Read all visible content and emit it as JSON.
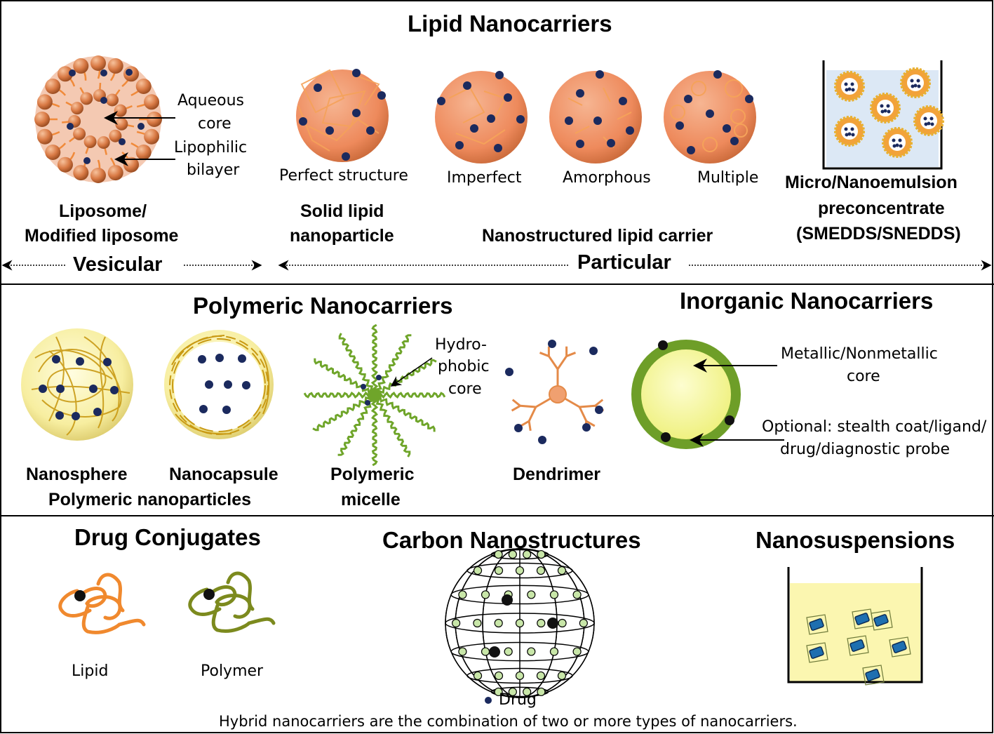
{
  "sections": {
    "lipid": {
      "title": "Lipid Nanocarriers",
      "liposome": {
        "aqueous_core": [
          "Aqueous",
          "core"
        ],
        "lipophilic_bilayer": [
          "Lipophilic",
          "bilayer"
        ],
        "name": [
          "Liposome/",
          "Modified liposome"
        ]
      },
      "sln": {
        "caption": "Perfect structure",
        "name": [
          "Solid lipid",
          "nanoparticle"
        ]
      },
      "nlc": {
        "captions": [
          "Imperfect",
          "Amorphous",
          "Multiple"
        ],
        "name": "Nanostructured lipid carrier"
      },
      "emulsion": {
        "name": [
          "Micro/Nanoemulsion",
          "preconcentrate",
          "(SMEDDS/SNEDDS)"
        ]
      },
      "ranges": {
        "vesicular": "Vesicular",
        "particular": "Particular"
      }
    },
    "polymeric": {
      "title": "Polymeric  Nanocarriers",
      "nanosphere": "Nanosphere",
      "nanocapsule": "Nanocapsule",
      "group_label": "Polymeric nanoparticles",
      "micelle": {
        "core_label": [
          "Hydro-",
          "phobic",
          "core"
        ],
        "name": [
          "Polymeric",
          "micelle"
        ]
      },
      "dendrimer": "Dendrimer"
    },
    "inorganic": {
      "title": "Inorganic  Nanocarriers",
      "core_label": [
        "Metallic/Nonmetallic",
        "core"
      ],
      "coat_label": [
        "Optional: stealth coat/ligand/",
        "drug/diagnostic probe"
      ]
    },
    "conjugates": {
      "title": "Drug Conjugates",
      "lipid": "Lipid",
      "polymer": "Polymer"
    },
    "carbon": {
      "title": "Carbon Nanostructures",
      "legend_drug": "Drug"
    },
    "nanosuspensions": {
      "title": "Nanosuspensions"
    },
    "footer": "Hybrid nanocarriers are the combination of two or more types of nanocarriers."
  },
  "colors": {
    "lipid_orange": "#EE8E64",
    "drug_navy": "#1B2A5E",
    "chain_orange": "#F0892E",
    "polymer_yellow": "#FBF4A8",
    "micelle_green": "#6FA52A",
    "inorganic_green": "#6E9E28",
    "carbon_node": "#C8E6A8",
    "suspension_bg": "#FBF6B0",
    "emulsion_bg": "#DCE8F5"
  }
}
